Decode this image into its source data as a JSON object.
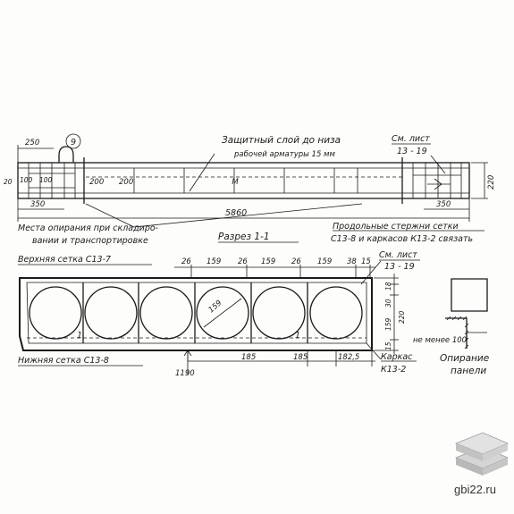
{
  "elevation": {
    "dims": {
      "d250": "250",
      "d20": "20",
      "d100a": "100",
      "d100b": "100",
      "d200a": "200",
      "d200b": "200",
      "d350a": "350",
      "d350b": "350",
      "d5860": "5860",
      "d220": "220"
    },
    "callout_number": "9",
    "center_mark": "М",
    "notes": {
      "cover_line1": "Защитный слой до низа",
      "cover_line2": "рабочей арматуры 15 мм",
      "see_sheet_top_1": "См. лист",
      "see_sheet_top_2": "13 - 19",
      "support_line1": "Места опирания при складиро-",
      "support_line2": "вании и транспортировке",
      "rods_line1": "Продольные стержни сетки",
      "rods_line2": "С13-8  и каркасов К13-2 связать"
    }
  },
  "section": {
    "title": "Разрез 1-1",
    "upper_mesh": "Верхняя сетка С13-7",
    "lower_mesh": "Нижняя сетка С13-8",
    "frame_1": "Каркас",
    "frame_2": "К13-2",
    "see_sheet_1": "См. лист",
    "see_sheet_2": "13 - 19",
    "top_dims": {
      "a26": "26",
      "b159": "159",
      "c26": "26",
      "d159": "159",
      "e26": "26",
      "f159": "159",
      "g38": "38",
      "h15": "15"
    },
    "bottom_dims": {
      "d1190": "1190",
      "d185a": "185",
      "d185b": "185",
      "d1825": "182,5"
    },
    "right_dims": {
      "d18": "18",
      "d30": "30",
      "d159": "159",
      "d220": "220",
      "d15": "15"
    },
    "diameter": "159",
    "mark_1": "1",
    "mark_2": "1"
  },
  "support_detail": {
    "min_label": "не менее 100",
    "caption_1": "Опирание",
    "caption_2": "панели"
  },
  "watermark": {
    "site": "gbi22.ru"
  }
}
